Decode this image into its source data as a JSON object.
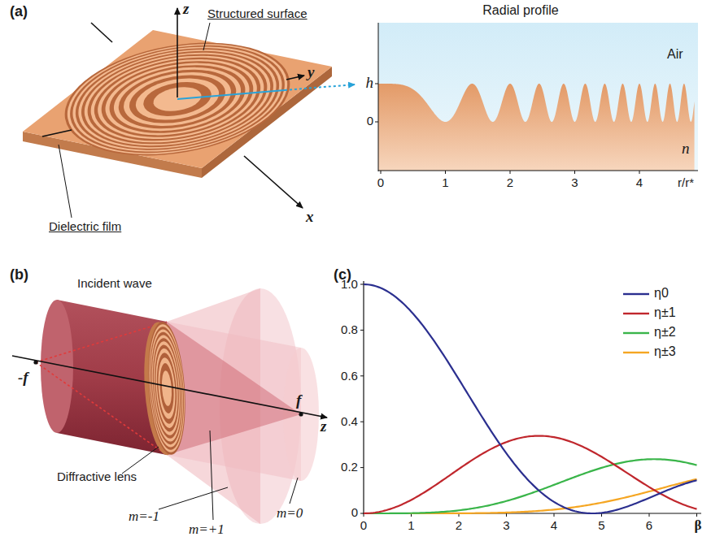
{
  "diagram": {
    "labels": [
      "(a)",
      "Structured surface",
      "z",
      "y",
      "x",
      "Dielectric film",
      "Radial profile",
      "Air",
      "h",
      "0",
      "n",
      "0",
      "1",
      "2",
      "3",
      "4",
      "r/r*",
      "(b)",
      "Incident wave",
      "-f",
      "f",
      "z",
      "Diffractive lens",
      "m=+1",
      "m=-1",
      "m=0",
      "(c)",
      "1.0",
      "0.8",
      "0.6",
      "0.4",
      "0.2",
      "0",
      "0",
      "1",
      "2",
      "3",
      "4",
      "5",
      "6",
      "β"
    ],
    "legend": [
      {
        "text": "η0"
      },
      {
        "text": "η±1"
      },
      {
        "text": "η±2"
      },
      {
        "text": "η±3"
      }
    ]
  }
}
